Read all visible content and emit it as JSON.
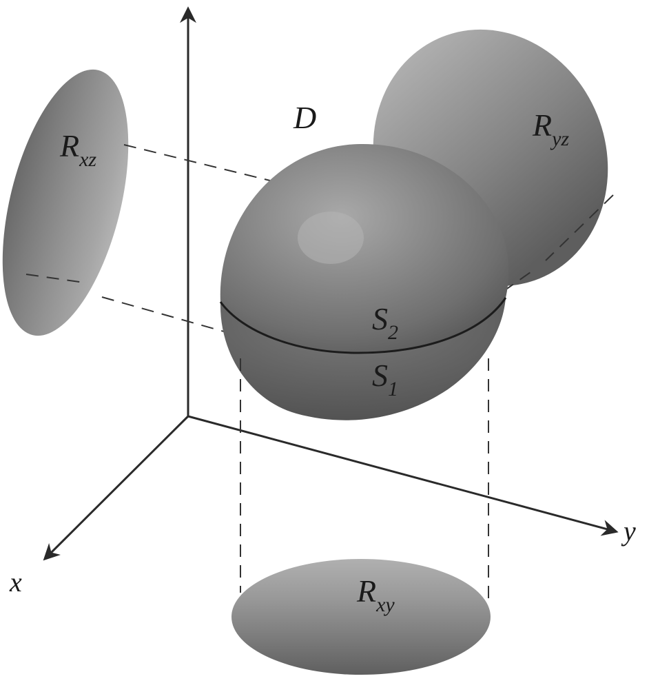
{
  "diagram": {
    "region_label": "D",
    "surfaces": {
      "upper": {
        "main": "S",
        "sub": "2"
      },
      "lower": {
        "main": "S",
        "sub": "1"
      }
    },
    "projections": {
      "xz": {
        "main": "R",
        "sub": "xz"
      },
      "yz": {
        "main": "R",
        "sub": "yz"
      },
      "xy": {
        "main": "R",
        "sub": "xy"
      }
    },
    "axes": {
      "x": "x",
      "y": "y"
    }
  }
}
